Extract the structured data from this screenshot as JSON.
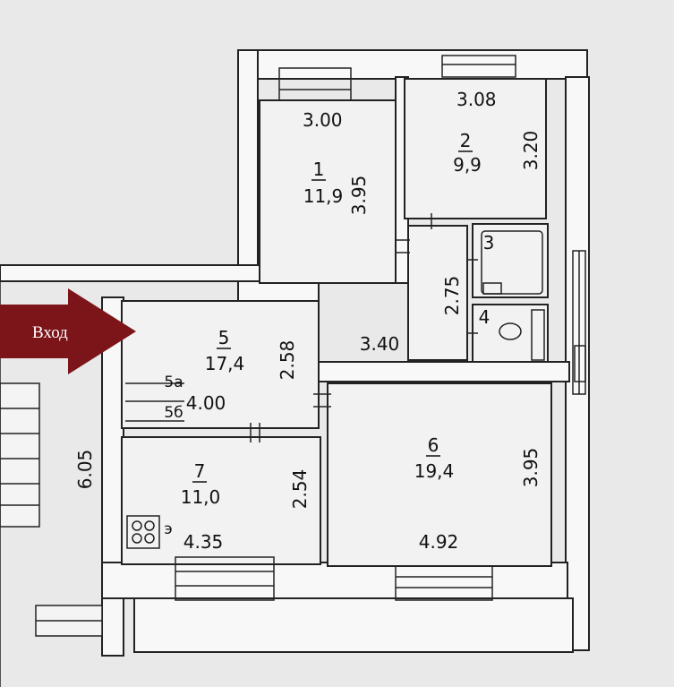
{
  "entrance": {
    "label": "Вход",
    "arrow_color": "#7b1519"
  },
  "vertical_dim": "6.05",
  "rooms": [
    {
      "id": "1",
      "area": "11,9",
      "width": "3.00",
      "depth": "3.95"
    },
    {
      "id": "2",
      "area": "9,9",
      "width": "3.08",
      "depth": "3.20"
    },
    {
      "id": "3"
    },
    {
      "id": "4"
    },
    {
      "id": "5",
      "area": "17,4",
      "width": "4.00",
      "depth": "2.58"
    },
    {
      "id": "5а"
    },
    {
      "id": "5б"
    },
    {
      "id": "6",
      "area": "19,4",
      "width": "4.92",
      "depth": "3.95"
    },
    {
      "id": "7",
      "area": "11,0",
      "width": "4.35",
      "depth": "2.54"
    }
  ],
  "corridor": {
    "width": "3.40",
    "depth": "2.75"
  },
  "stove_mark": "э"
}
